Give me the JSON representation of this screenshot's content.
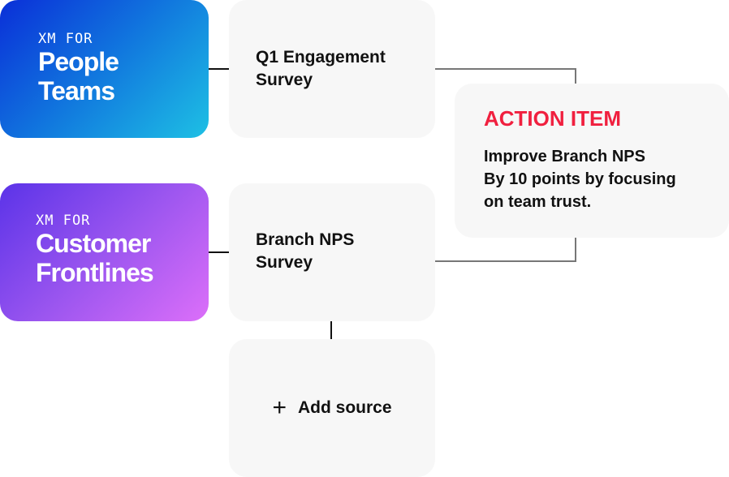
{
  "brands": {
    "people": {
      "eyebrow": "XM FOR",
      "title_line1": "People",
      "title_line2": "Teams",
      "gradient": [
        "#0a2fd8",
        "#1ec0e4"
      ]
    },
    "frontlines": {
      "eyebrow": "XM FOR",
      "title_line1": "Customer",
      "title_line2": "Frontlines",
      "gradient": [
        "#5b33e8",
        "#dc6ff9"
      ]
    }
  },
  "sources": {
    "q1": {
      "line1": "Q1 Engagement",
      "line2": "Survey"
    },
    "nps": {
      "line1": "Branch NPS",
      "line2": "Survey"
    },
    "add": {
      "icon": "plus-icon",
      "glyph": "+",
      "label": "Add source"
    }
  },
  "action": {
    "heading": "ACTION ITEM",
    "heading_color": "#f0203f",
    "lines": [
      "Improve Branch NPS",
      "By 10 points by focusing",
      "on team trust."
    ]
  }
}
